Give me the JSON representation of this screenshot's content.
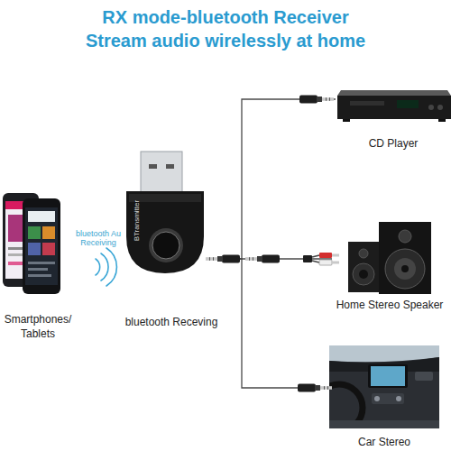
{
  "diagram": {
    "title": "RX mode-bluetooth Receiver Stream audio wirelessly at home",
    "nodes": [
      {
        "text": [
          "Smartphones/ Tablets"
        ]
      },
      {
        "text": [
          "bluetooth Receving"
        ]
      },
      {
        "text": [
          "CD Player"
        ]
      },
      {
        "text": [
          "Home Stereo Speaker"
        ]
      },
      {
        "text": [
          "Car Stereo"
        ]
      }
    ],
    "edges": [
      {
        "from": 1,
        "to": 2,
        "arrow": "none"
      },
      {
        "from": 1,
        "to": 3,
        "arrow": "none"
      },
      {
        "from": 1,
        "to": 4,
        "arrow": "none"
      }
    ],
    "labels": [
      "BTransmitter",
      "bluetooth Au Receiving"
    ]
  }
}
